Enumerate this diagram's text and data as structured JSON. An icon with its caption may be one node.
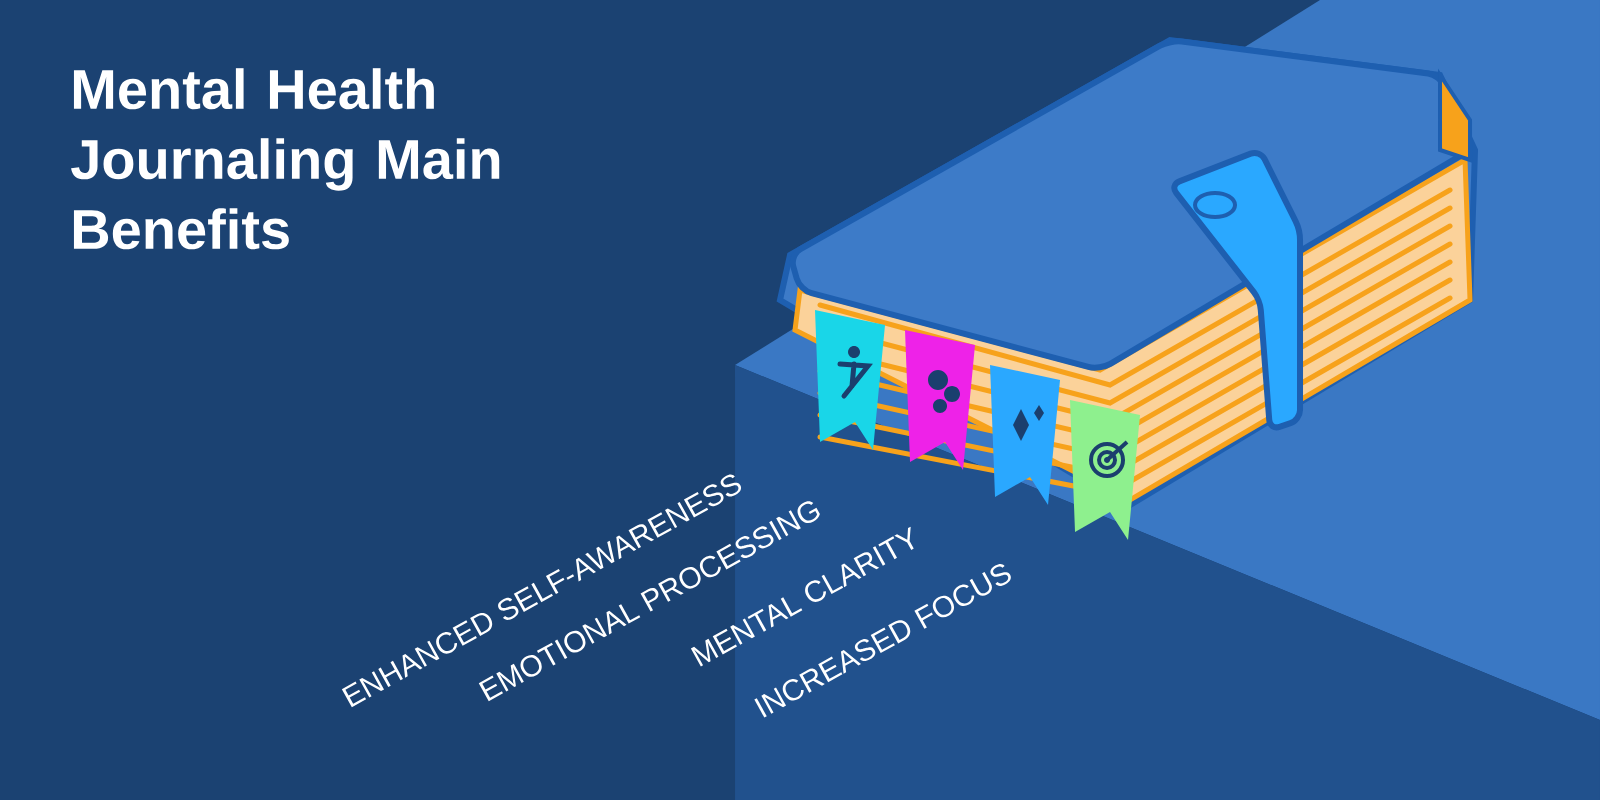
{
  "diagram": {
    "title": "Mental Health Journaling Main Benefits",
    "labels": [
      "ENHANCED SELF-AWARENESS",
      "EMOTIONAL PROCESSING",
      "MENTAL CLARITY",
      "INCREASED FOCUS"
    ]
  }
}
